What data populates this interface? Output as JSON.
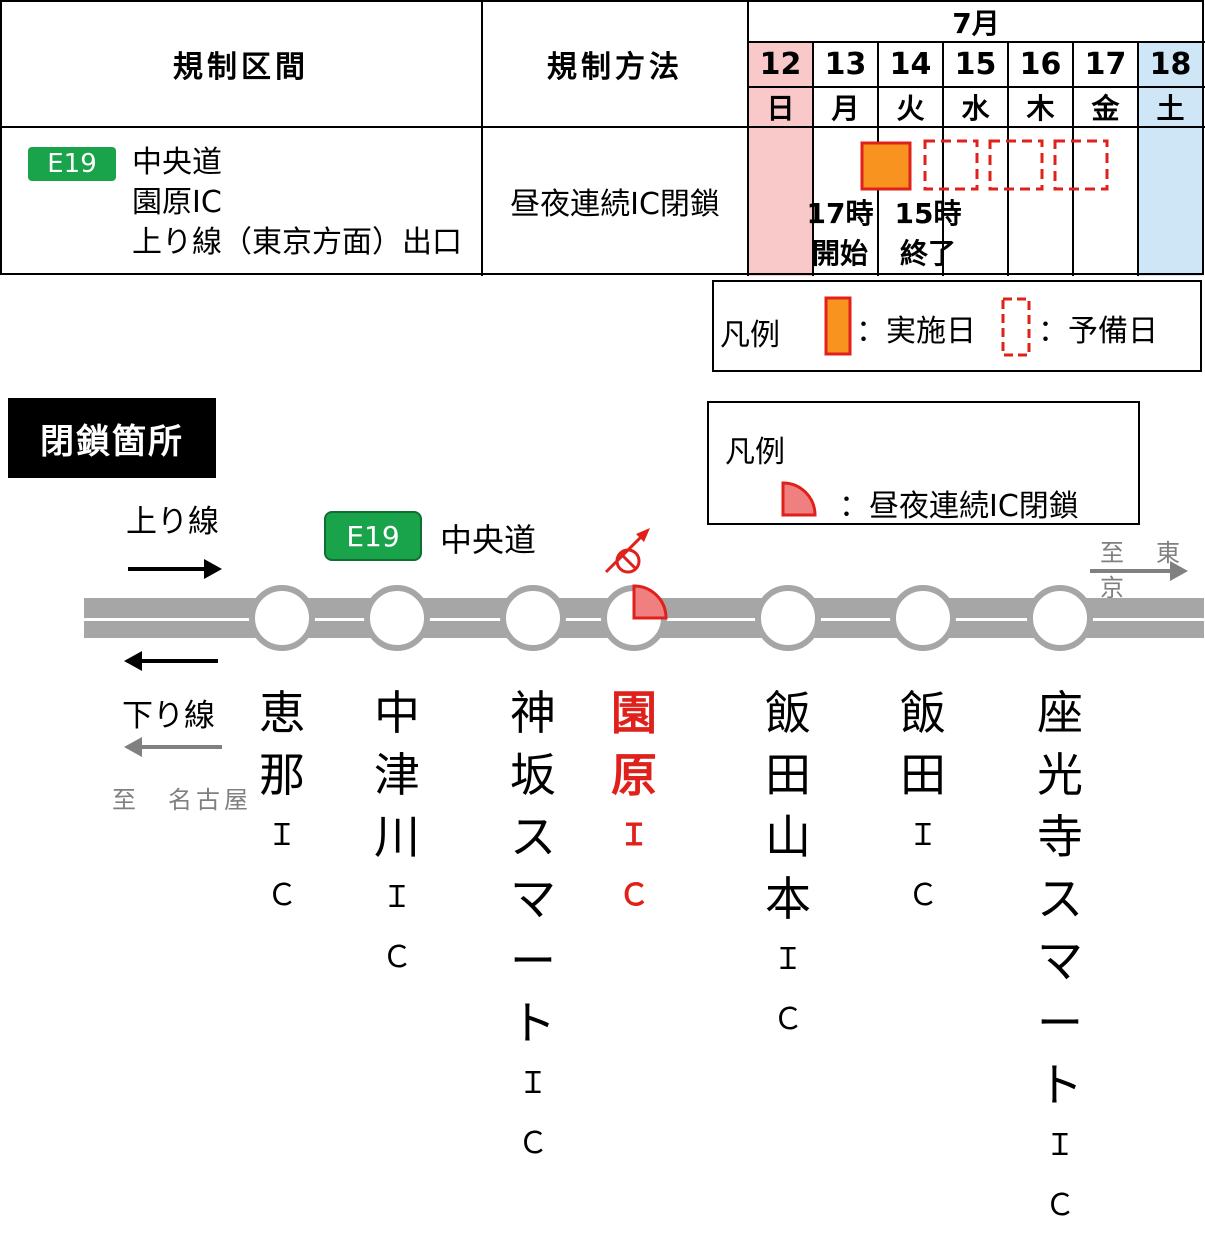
{
  "schedule": {
    "col_section_header": "規制区間",
    "col_method_header": "規制方法",
    "month": "7月",
    "days": [
      {
        "num": "12",
        "dow": "日",
        "bg": "#f9c8c8"
      },
      {
        "num": "13",
        "dow": "月",
        "bg": "#ffffff"
      },
      {
        "num": "14",
        "dow": "火",
        "bg": "#ffffff"
      },
      {
        "num": "15",
        "dow": "水",
        "bg": "#ffffff"
      },
      {
        "num": "16",
        "dow": "木",
        "bg": "#ffffff"
      },
      {
        "num": "17",
        "dow": "金",
        "bg": "#ffffff"
      },
      {
        "num": "18",
        "dow": "土",
        "bg": "#cfe6f7"
      }
    ],
    "route_badge": "E19",
    "route_lines": [
      "中央道",
      "園原IC",
      "上り線（東京方面）出口"
    ],
    "method": "昼夜連続IC閉鎖",
    "start_note": [
      "17時",
      "開始"
    ],
    "end_note": [
      "15時",
      "終了"
    ],
    "implementation_days": [
      "13"
    ],
    "reserve_days": [
      "15",
      "16",
      "17"
    ]
  },
  "legend_schedule": {
    "title": "凡例",
    "impl_label": "：実施日",
    "reserve_label": "：予備日"
  },
  "closure_section": {
    "label": "閉鎖箇所",
    "up_label": "上り線",
    "down_label": "下り線",
    "to_tokyo": "至　東京",
    "to_nagoya": "至　名古屋",
    "route_badge": "E19",
    "route_name": "中央道"
  },
  "legend_map": {
    "title": "凡例",
    "closure_label": "：昼夜連続IC閉鎖"
  },
  "interchanges": [
    {
      "chars": [
        "恵",
        "那"
      ],
      "suffix": [
        "Ｉ",
        "Ｃ"
      ],
      "closed": false
    },
    {
      "chars": [
        "中",
        "津",
        "川"
      ],
      "suffix": [
        "Ｉ",
        "Ｃ"
      ],
      "closed": false
    },
    {
      "chars": [
        "神",
        "坂",
        "ス",
        "マ",
        "ー",
        "ト"
      ],
      "suffix": [
        "Ｉ",
        "Ｃ"
      ],
      "closed": false
    },
    {
      "chars": [
        "園",
        "原"
      ],
      "suffix": [
        "Ｉ",
        "Ｃ"
      ],
      "closed": true
    },
    {
      "chars": [
        "飯",
        "田",
        "山",
        "本"
      ],
      "suffix": [
        "Ｉ",
        "Ｃ"
      ],
      "closed": false
    },
    {
      "chars": [
        "飯",
        "田"
      ],
      "suffix": [
        "Ｉ",
        "Ｃ"
      ],
      "closed": false
    },
    {
      "chars": [
        "座",
        "光",
        "寺",
        "ス",
        "マ",
        "ー",
        "ト"
      ],
      "suffix": [
        "Ｉ",
        "Ｃ"
      ],
      "closed": false
    }
  ],
  "colors": {
    "impl_fill": "#f7931e",
    "impl_border": "#e0201b",
    "reserve_border": "#e0201b",
    "closed_red": "#e0201b",
    "closed_fill": "#f08080",
    "road_gray": "#a6a6a6",
    "badge_green": "#19a34a"
  }
}
